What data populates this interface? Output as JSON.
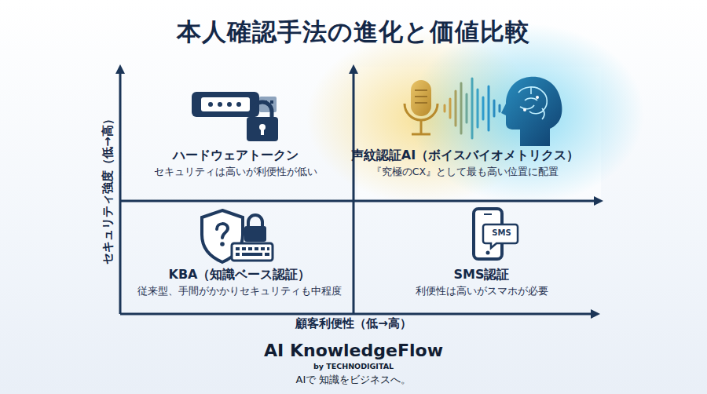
{
  "diagram": {
    "title": "本人確認手法の進化と価値比較",
    "nodes": [
      {
        "text": [
          "ハードウェアトークン",
          "セキュリティは高いが利便性が低い"
        ]
      },
      {
        "text": [
          "声紋認証AI（ボイスバイオメトリクス）",
          "『究極のCX』として最も高い位置に配置"
        ]
      },
      {
        "text": [
          "KBA（知識ベース認証）",
          "従来型、手間がかかりセキュリティも中程度"
        ]
      },
      {
        "text": [
          "SMS認証",
          "利便性は高いがスマホが必要"
        ]
      }
    ],
    "labels": [
      "セキュリティ強度（低→高）",
      "SMS",
      "顧客利便性（低→高）",
      "AI KnowledgeFlow",
      "by TECHNODIGITAL",
      "AIで 知識をビジネスへ。"
    ]
  }
}
